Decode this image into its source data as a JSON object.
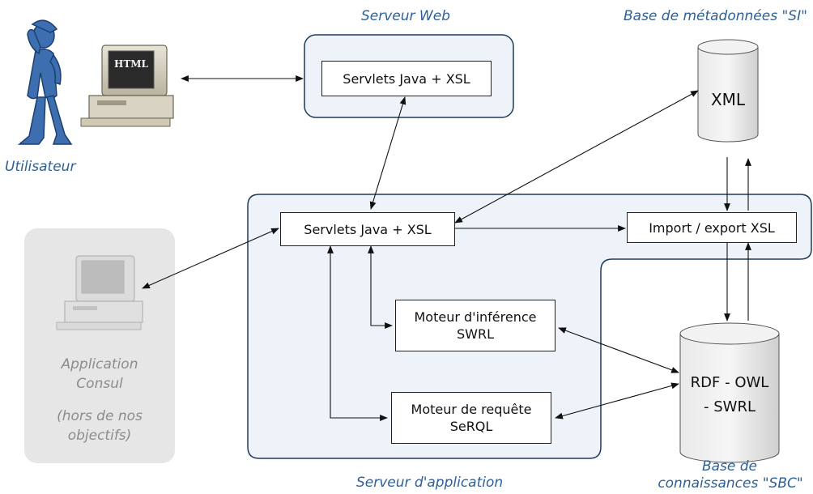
{
  "labels": {
    "web_server": "Serveur Web",
    "metadata_db": "Base de métadonnées \"SI\"",
    "user": "Utilisateur",
    "app_server": "Serveur d'application",
    "kb_line1": "Base de",
    "kb_line2": "connaissances \"SBC\""
  },
  "boxes": {
    "web_servlets": "Servlets Java + XSL",
    "app_servlets": "Servlets Java + XSL",
    "import_export": "Import / export XSL",
    "inference_line1": "Moteur d'inférence",
    "inference_line2": "SWRL",
    "query_line1": "Moteur de requête",
    "query_line2": "SeRQL"
  },
  "databases": {
    "xml": "XML",
    "rdf_line1": "RDF - OWL",
    "rdf_line2": "- SWRL"
  },
  "client": {
    "monitor_text": "HTML"
  },
  "consul": {
    "line1": "Application",
    "line2": "Consul",
    "line3": "(hors de nos",
    "line4": "objectifs)"
  },
  "colors": {
    "container_fill": "#eef3fa",
    "container_border": "#1f3a5a",
    "label_blue": "#2e5f96",
    "person_blue": "#3d6fb0",
    "consul_panel": "#e6e6e6"
  }
}
